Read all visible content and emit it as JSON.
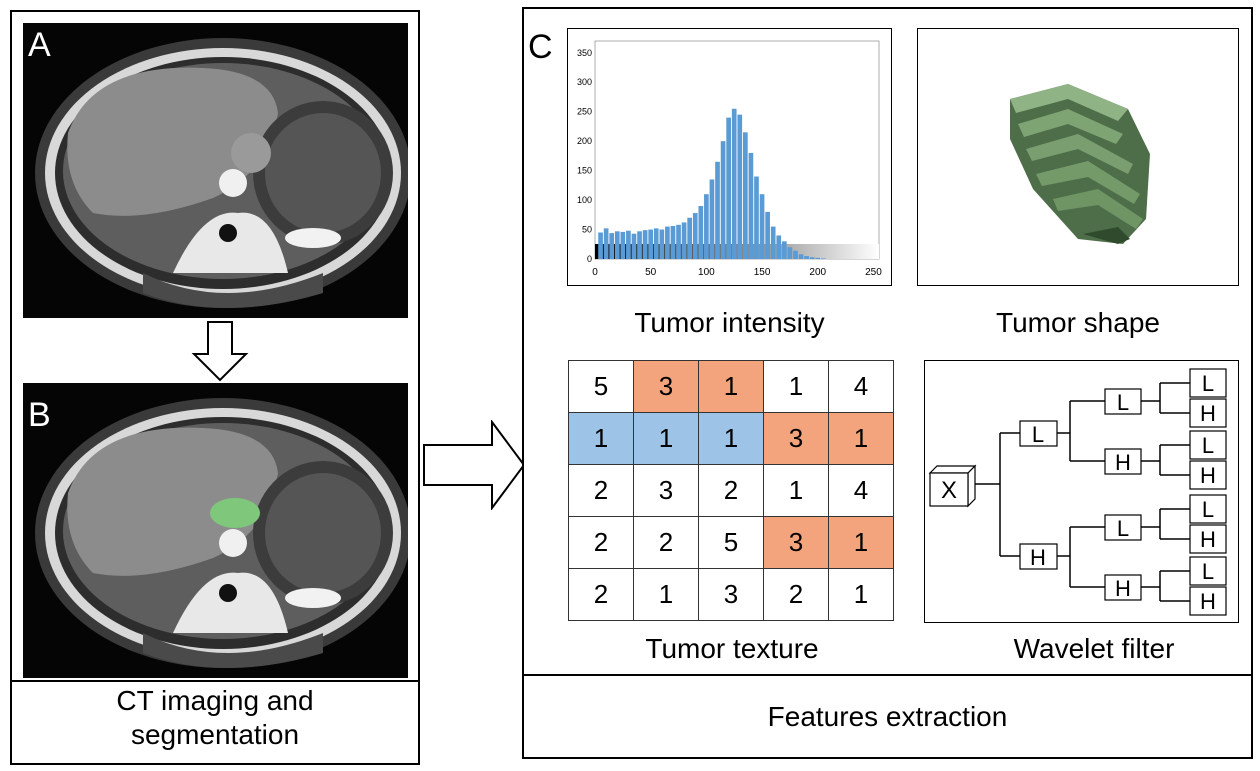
{
  "left_panel": {
    "label_a": "A",
    "label_b": "B",
    "caption_line1": "CT imaging and",
    "caption_line2": "segmentation",
    "segmentation_color": "#7fc77a"
  },
  "right_panel": {
    "label_c": "C",
    "caption": "Features extraction",
    "intensity_caption": "Tumor intensity",
    "shape_caption": "Tumor shape",
    "texture_caption": "Tumor texture",
    "wavelet_caption": "Wavelet filter"
  },
  "chart_data": {
    "type": "bar",
    "title": "",
    "xlabel": "",
    "ylabel": "",
    "xlim": [
      0,
      255
    ],
    "ylim": [
      0,
      370
    ],
    "x_ticks": [
      "0",
      "50",
      "100",
      "150",
      "200",
      "250"
    ],
    "y_ticks": [
      "0",
      "50",
      "100",
      "150",
      "200",
      "250",
      "300",
      "350"
    ],
    "bar_color": "#5b9bd5",
    "colorbar": "grayscale",
    "x": [
      5,
      10,
      15,
      20,
      25,
      30,
      35,
      40,
      45,
      50,
      55,
      60,
      65,
      70,
      75,
      80,
      85,
      90,
      95,
      100,
      105,
      110,
      115,
      120,
      125,
      130,
      135,
      140,
      145,
      150,
      155,
      160,
      165,
      170,
      175,
      180,
      185,
      190,
      195,
      200,
      205,
      210
    ],
    "values": [
      45,
      52,
      44,
      47,
      46,
      48,
      43,
      47,
      49,
      50,
      52,
      50,
      55,
      56,
      58,
      62,
      70,
      78,
      90,
      110,
      135,
      165,
      200,
      240,
      255,
      245,
      215,
      180,
      140,
      110,
      80,
      55,
      40,
      30,
      20,
      14,
      8,
      5,
      3,
      2,
      1,
      0
    ]
  },
  "texture_grid": {
    "rows": [
      [
        {
          "v": "5",
          "c": ""
        },
        {
          "v": "3",
          "c": "o"
        },
        {
          "v": "1",
          "c": "o"
        },
        {
          "v": "1",
          "c": ""
        },
        {
          "v": "4",
          "c": ""
        }
      ],
      [
        {
          "v": "1",
          "c": "b"
        },
        {
          "v": "1",
          "c": "b"
        },
        {
          "v": "1",
          "c": "b"
        },
        {
          "v": "3",
          "c": "o"
        },
        {
          "v": "1",
          "c": "o"
        }
      ],
      [
        {
          "v": "2",
          "c": ""
        },
        {
          "v": "3",
          "c": ""
        },
        {
          "v": "2",
          "c": ""
        },
        {
          "v": "1",
          "c": ""
        },
        {
          "v": "4",
          "c": ""
        }
      ],
      [
        {
          "v": "2",
          "c": ""
        },
        {
          "v": "2",
          "c": ""
        },
        {
          "v": "5",
          "c": ""
        },
        {
          "v": "3",
          "c": "o"
        },
        {
          "v": "1",
          "c": "o"
        }
      ],
      [
        {
          "v": "2",
          "c": ""
        },
        {
          "v": "1",
          "c": ""
        },
        {
          "v": "3",
          "c": ""
        },
        {
          "v": "2",
          "c": ""
        },
        {
          "v": "1",
          "c": ""
        }
      ]
    ],
    "orange": "#f4a47c",
    "blue": "#9dc3e6"
  },
  "wavelet": {
    "root": "X",
    "level1": [
      "L",
      "H"
    ],
    "level2": [
      "L",
      "H",
      "L",
      "H"
    ],
    "level3": [
      "L",
      "H",
      "L",
      "H",
      "L",
      "H",
      "L",
      "H"
    ]
  }
}
